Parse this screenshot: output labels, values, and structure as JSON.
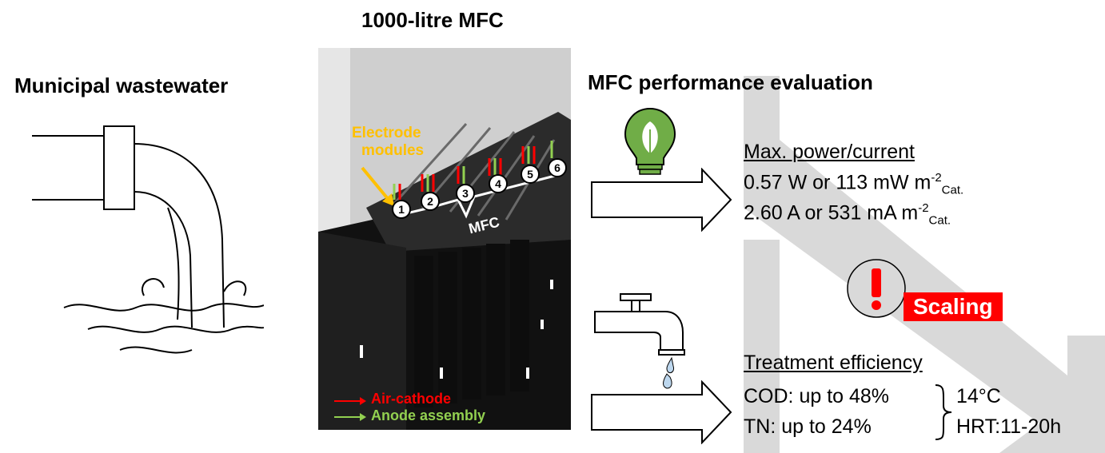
{
  "left": {
    "title": "Municipal wastewater"
  },
  "center": {
    "title": "1000-litre MFC",
    "photo": {
      "electrode_label_line1": "Electrode",
      "electrode_label_line2": "modules",
      "module_numbers": [
        "1",
        "2",
        "3",
        "4",
        "5",
        "6"
      ],
      "mfc_label": "MFC",
      "legend": [
        {
          "label": "Air-cathode",
          "color": "#ff0000"
        },
        {
          "label": "Anode assembly",
          "color": "#92d050"
        }
      ]
    }
  },
  "right": {
    "title": "MFC performance evaluation",
    "power": {
      "heading": "Max. power/current",
      "line1_main": "0.57 W or 113 mW m",
      "line1_sup": "-2",
      "line1_sub": "Cat.",
      "line2_main": "2.60 A or 531 mA m",
      "line2_sup": "-2",
      "line2_sub": "Cat."
    },
    "scaling_label": "Scaling",
    "treatment": {
      "heading": "Treatment efficiency",
      "cod": "COD: up to 48%",
      "tn": "TN: up to 24%",
      "temp": "14°C",
      "hrt": "HRT:11-20h"
    }
  },
  "colors": {
    "electrode_label": "#ffc000",
    "air_cathode": "#ff0000",
    "anode": "#92d050",
    "bulb_green": "#70ad47",
    "water_drop": "#bdd7ee",
    "scaling_red": "#ff0000",
    "background_arrow": "#d9d9d9"
  }
}
